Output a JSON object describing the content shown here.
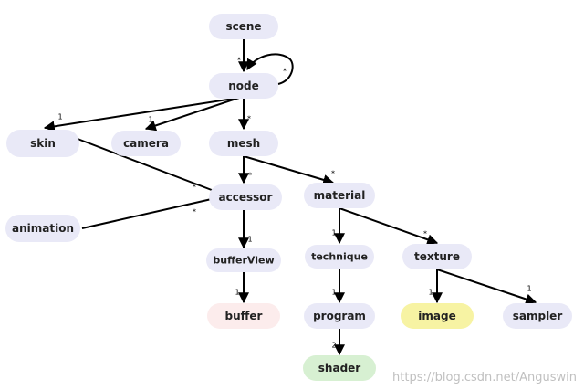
{
  "colors": {
    "node_default": "#e9e9f7",
    "node_buffer": "#fcecec",
    "node_image": "#f7f3a3",
    "node_shader": "#d7f0d2",
    "edge": "#000000",
    "watermark": "#c0c0c0"
  },
  "nodes": {
    "scene": "scene",
    "node": "node",
    "skin": "skin",
    "camera": "camera",
    "mesh": "mesh",
    "accessor": "accessor",
    "animation": "animation",
    "material": "material",
    "bufferView": "bufferView",
    "technique": "technique",
    "texture": "texture",
    "buffer": "buffer",
    "program": "program",
    "image": "image",
    "sampler": "sampler",
    "shader": "shader"
  },
  "edges": [
    {
      "from": "scene",
      "to": "node",
      "label": "*"
    },
    {
      "from": "node",
      "to": "node",
      "label": "*"
    },
    {
      "from": "node",
      "to": "skin",
      "label": "1"
    },
    {
      "from": "node",
      "to": "camera",
      "label": "1"
    },
    {
      "from": "node",
      "to": "mesh",
      "label": "*"
    },
    {
      "from": "skin",
      "to": "accessor",
      "label": "*"
    },
    {
      "from": "animation",
      "to": "accessor",
      "label": "*"
    },
    {
      "from": "mesh",
      "to": "accessor",
      "label": "*"
    },
    {
      "from": "mesh",
      "to": "material",
      "label": "*"
    },
    {
      "from": "accessor",
      "to": "bufferView",
      "label": "1"
    },
    {
      "from": "bufferView",
      "to": "buffer",
      "label": "1"
    },
    {
      "from": "material",
      "to": "technique",
      "label": "1"
    },
    {
      "from": "material",
      "to": "texture",
      "label": "*"
    },
    {
      "from": "technique",
      "to": "program",
      "label": "1"
    },
    {
      "from": "program",
      "to": "shader",
      "label": "2"
    },
    {
      "from": "texture",
      "to": "image",
      "label": "1"
    },
    {
      "from": "texture",
      "to": "sampler",
      "label": "1"
    }
  ],
  "watermark": "https://blog.csdn.net/Anguswin"
}
